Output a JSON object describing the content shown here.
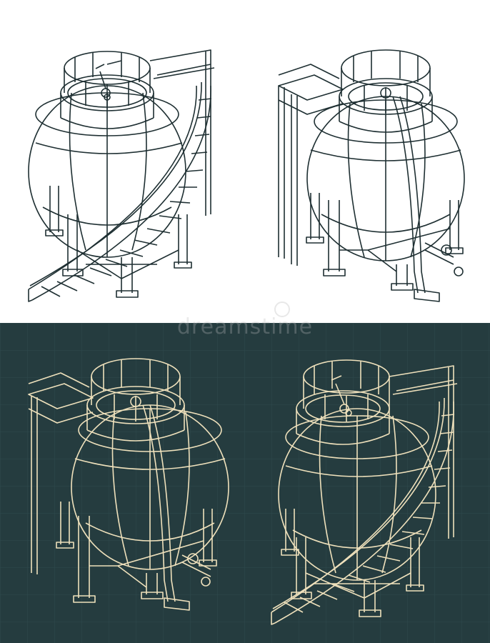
{
  "watermark": {
    "text": "dreamstime"
  },
  "colors": {
    "light_background": "#ffffff",
    "light_stroke": "#1e2f32",
    "dark_background": "#253c3f",
    "dark_stroke": "#efe1bc",
    "dark_grid": "#2f4a4d"
  },
  "drawings": [
    {
      "name": "tank-with-curved-stair",
      "panel": "light",
      "variant": "stair"
    },
    {
      "name": "tank-with-platform-and-pipe",
      "panel": "light",
      "variant": "pipe"
    },
    {
      "name": "tank-with-platform-and-pipe",
      "panel": "dark",
      "variant": "pipe"
    },
    {
      "name": "tank-with-curved-stair",
      "panel": "dark",
      "variant": "stair"
    }
  ]
}
